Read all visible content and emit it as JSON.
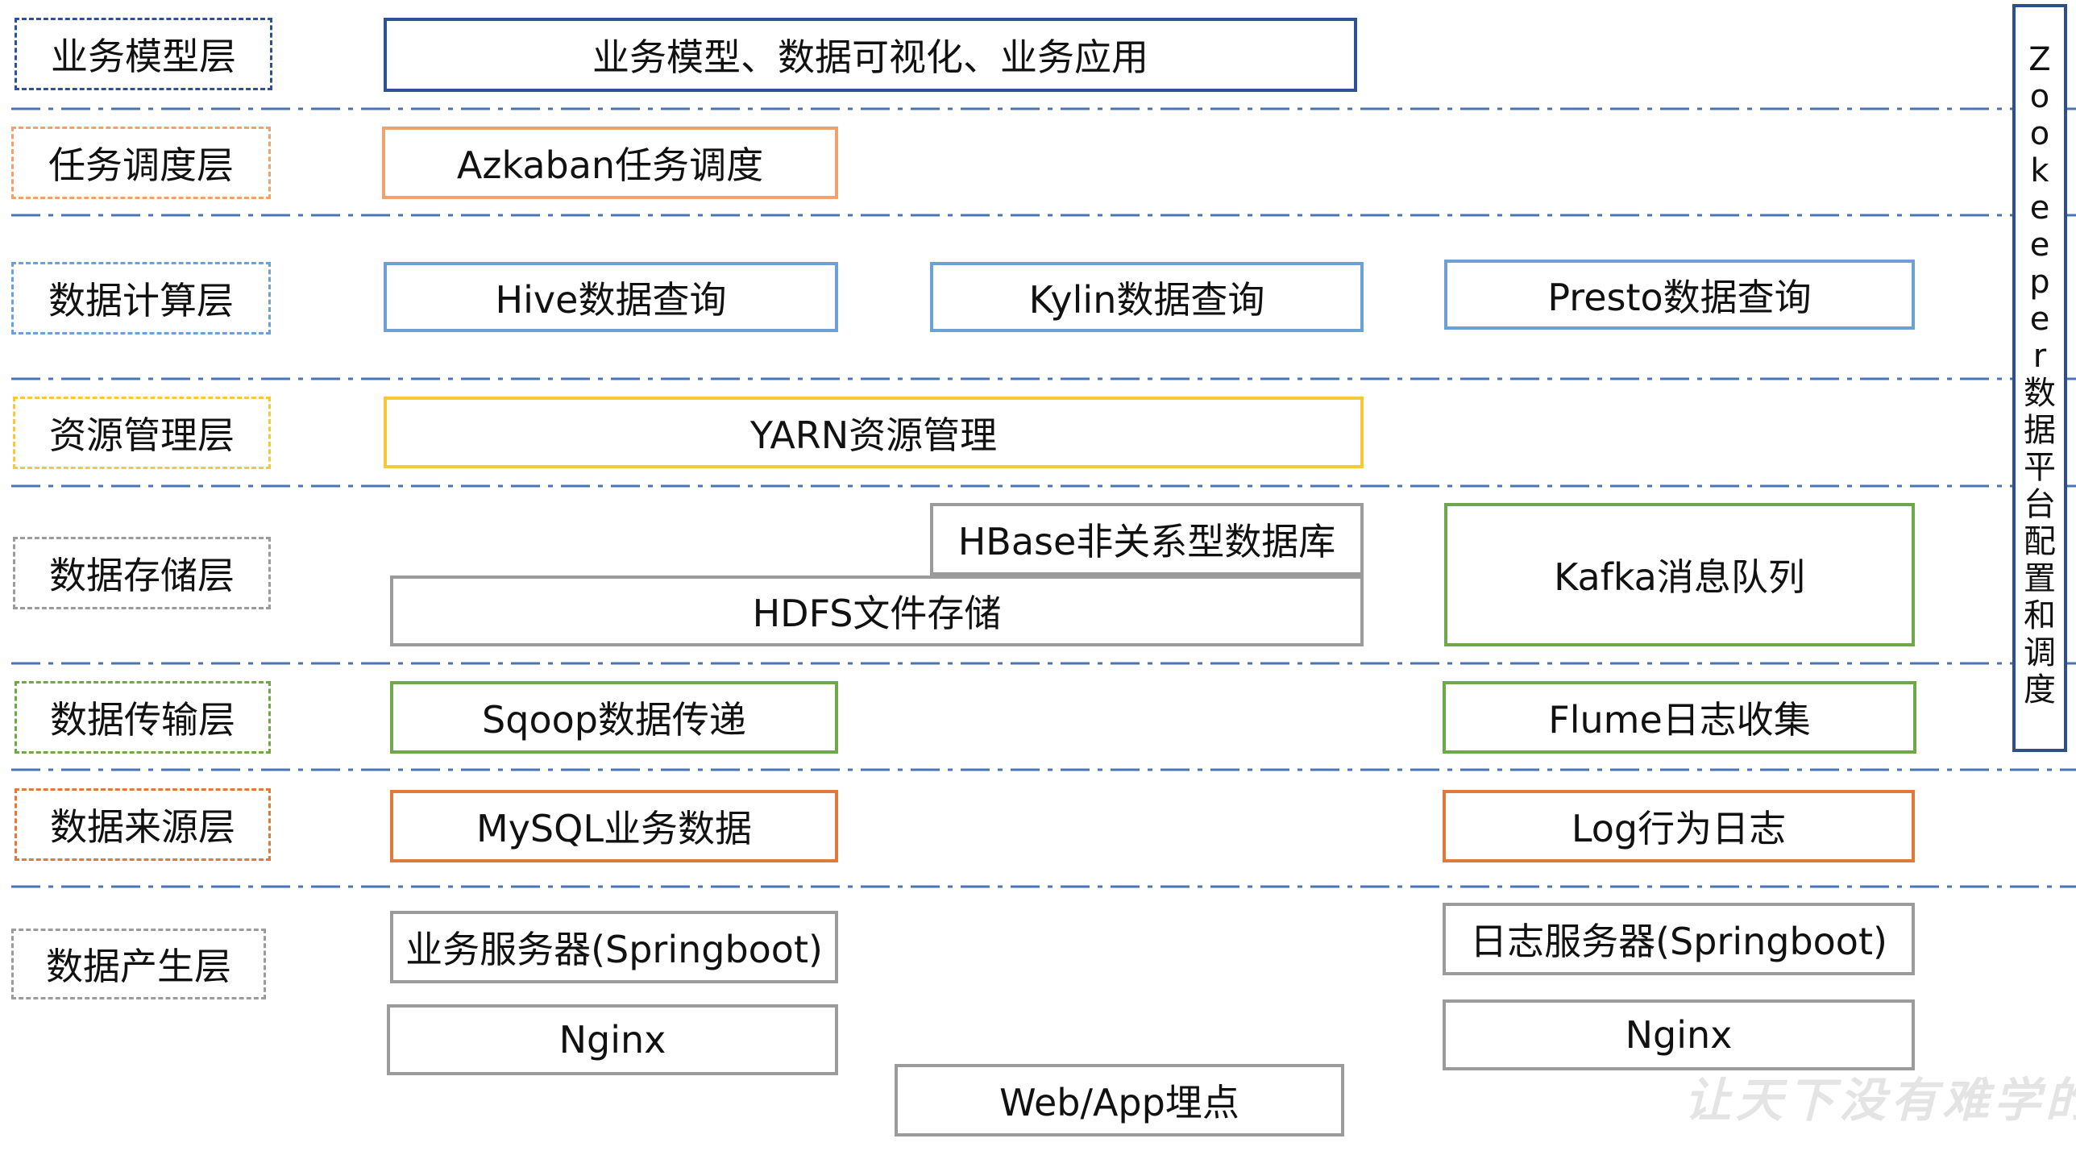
{
  "layers": [
    {
      "label": "业务模型层",
      "color": "#2e5394"
    },
    {
      "label": "任务调度层",
      "color": "#f1a06f"
    },
    {
      "label": "数据计算层",
      "color": "#6ea0d8"
    },
    {
      "label": "资源管理层",
      "color": "#f7c83a"
    },
    {
      "label": "数据存储层",
      "color": "#9b9b9b"
    },
    {
      "label": "数据传输层",
      "color": "#6fa84b"
    },
    {
      "label": "数据来源层",
      "color": "#e07a3c"
    },
    {
      "label": "数据产生层",
      "color": "#9b9b9b"
    }
  ],
  "components": {
    "business_model": "业务模型、数据可视化、业务应用",
    "azkaban": "Azkaban任务调度",
    "hive": "Hive数据查询",
    "kylin": "Kylin数据查询",
    "presto": "Presto数据查询",
    "yarn": "YARN资源管理",
    "hbase": "HBase非关系型数据库",
    "hdfs": "HDFS文件存储",
    "kafka": "Kafka消息队列",
    "sqoop": "Sqoop数据传递",
    "flume": "Flume日志收集",
    "mysql": "MySQL业务数据",
    "log": "Log行为日志",
    "biz_server": "业务服务器(Springboot)",
    "log_server": "日志服务器(Springboot)",
    "nginx_left": "Nginx",
    "nginx_right": "Nginx",
    "web_app": "Web/App埋点"
  },
  "zookeeper": {
    "chars": [
      "Z",
      "o",
      "o",
      "k",
      "e",
      "e",
      "p",
      "e",
      "r",
      "数",
      "据",
      "平",
      "台",
      "配",
      "置",
      "和",
      "调",
      "度"
    ]
  },
  "watermark": "让天下没有难学的",
  "colors": {
    "separator": "#4a74b8",
    "blue_dark": "#2e5394",
    "blue_light": "#6ea0d8",
    "orange_light": "#f1a06f",
    "yellow": "#f7c83a",
    "gray": "#9b9b9b",
    "green": "#6fa84b",
    "orange": "#e07a3c"
  }
}
